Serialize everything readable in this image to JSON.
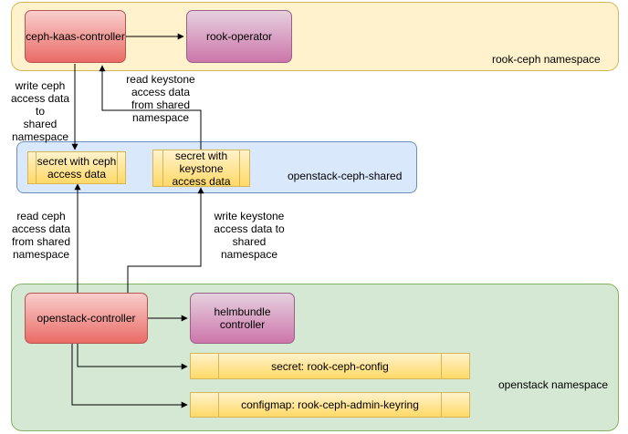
{
  "namespaces": {
    "rook_ceph": "rook-ceph namespace",
    "shared": "openstack-ceph-shared",
    "openstack": "openstack namespace"
  },
  "nodes": {
    "ceph_kaas_controller": "ceph-kaas-controller",
    "rook_operator": "rook-operator",
    "secret_ceph": "secret with ceph\naccess data",
    "secret_keystone": "secret with\nkeystone\naccess data",
    "openstack_controller": "openstack-controller",
    "helmbundle_controller": "helmbundle controller",
    "secret_rook_ceph_config": "secret: rook-ceph-config",
    "configmap_admin_keyring": "configmap: rook-ceph-admin-keyring"
  },
  "edge_labels": {
    "write_ceph": "write ceph\naccess data to\nshared\nnamespace",
    "read_keystone": "read keystone\naccess data\nfrom shared\nnamespace",
    "read_ceph": "read ceph\naccess data\nfrom shared\nnamespace",
    "write_keystone": "write keystone\naccess data to\nshared\nnamespace"
  },
  "colors": {
    "controller_fill": "#ea6b66",
    "operator_fill": "#cd76ab",
    "secret_fill": "#ffd966",
    "rook_ns_fill": "#fff2cc",
    "shared_ns_fill": "#dae8fc",
    "openstack_ns_fill": "#d5e8d4"
  }
}
